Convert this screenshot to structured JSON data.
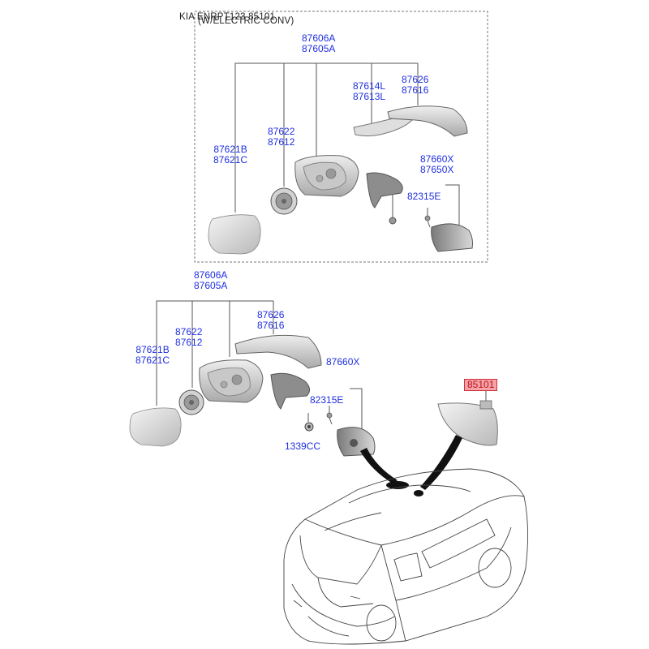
{
  "header": {
    "model": "KIA",
    "code_overlap": "ENRPT123 85101",
    "variant": "(W/ELECTRIC CONV)"
  },
  "upper_group": {
    "assembly": [
      "87606A",
      "87605A"
    ],
    "mirror_glass": [
      "87621B",
      "87621C"
    ],
    "actuator": [
      "87622",
      "87612"
    ],
    "lamp": [
      "87614L",
      "87613L"
    ],
    "scalp_cover": [
      "87626",
      "87616"
    ],
    "base_cover": [
      "87660X",
      "87650X"
    ],
    "screw": "82315E"
  },
  "lower_group": {
    "assembly": [
      "87606A",
      "87605A"
    ],
    "mirror_glass": [
      "87621B",
      "87621C"
    ],
    "actuator": [
      "87622",
      "87612"
    ],
    "scalp_cover": [
      "87626",
      "87616"
    ],
    "base_cover": "87660X",
    "screw": "82315E",
    "nut": "1339CC"
  },
  "inside_mirror": {
    "part": "85101",
    "highlight_color": "#f4a3a8",
    "highlight_border": "#d0303a"
  },
  "colors": {
    "part_number": "#1f2fe0",
    "line": "#555555",
    "part_fill": "#e6e6e6"
  }
}
